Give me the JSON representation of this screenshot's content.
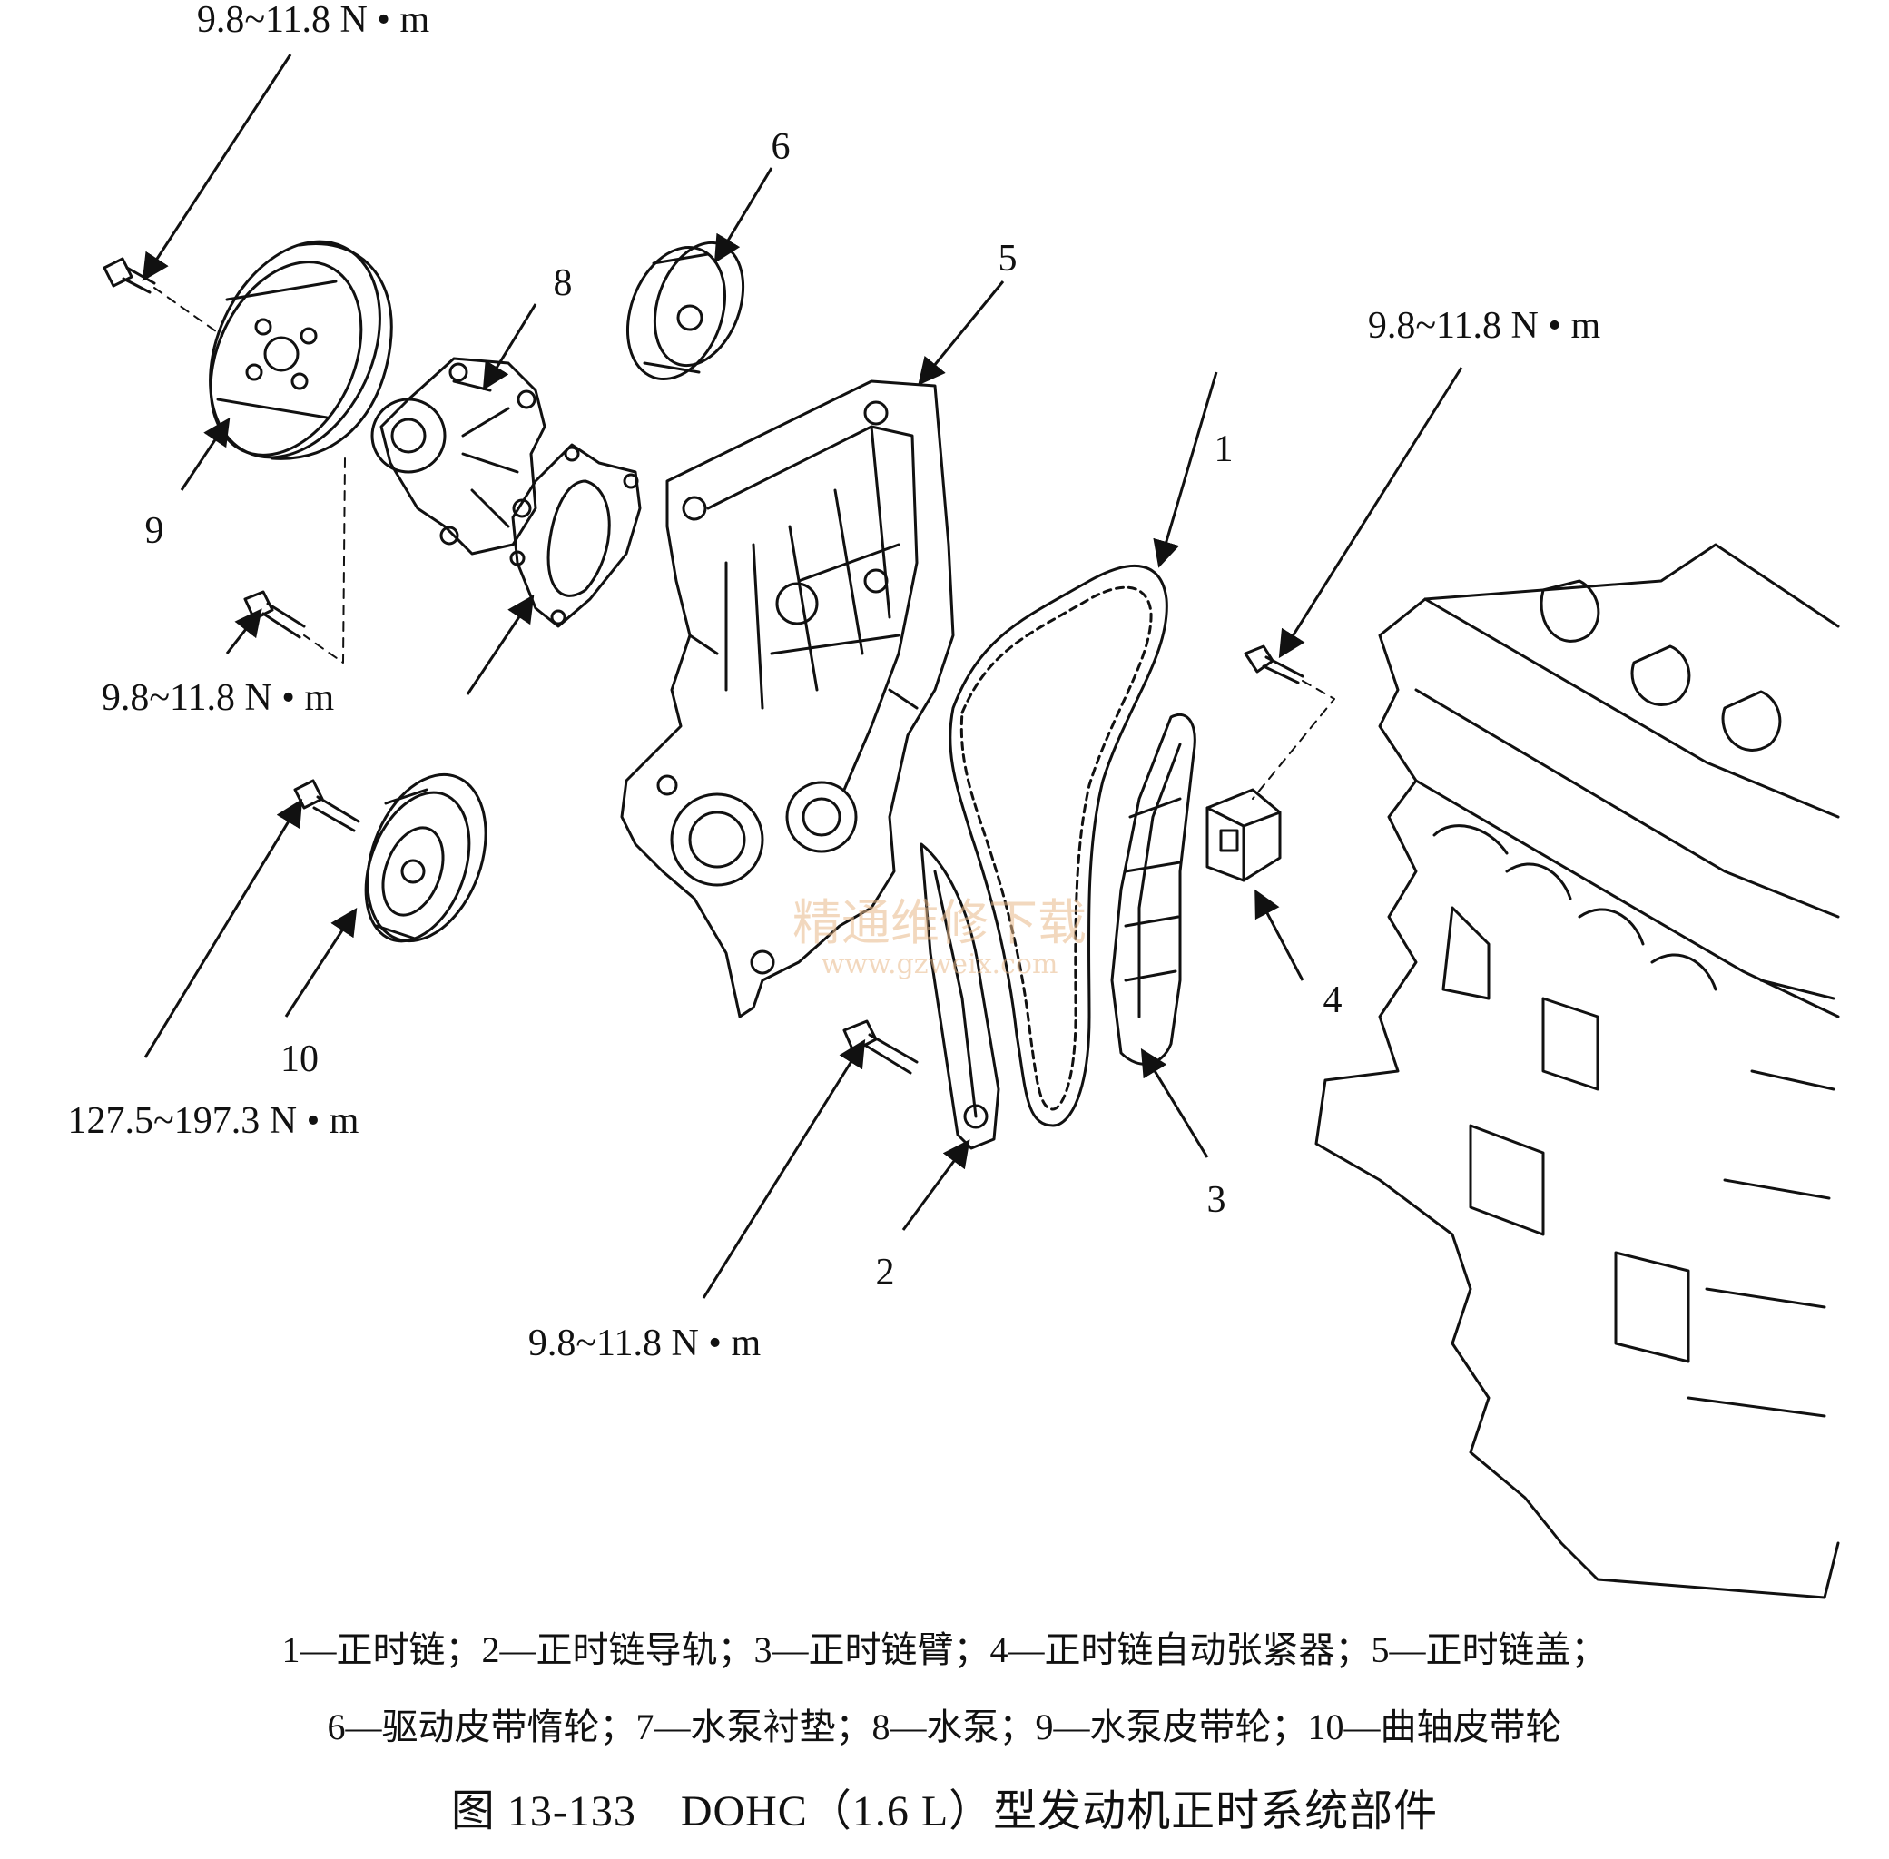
{
  "callouts": {
    "n1": "1",
    "n2": "2",
    "n3": "3",
    "n4": "4",
    "n5": "5",
    "n6": "6",
    "n8": "8",
    "n9": "9",
    "n10": "10"
  },
  "torques": {
    "pulley9_bolt": "9.8~11.8 N • m",
    "tensioner_bolt": "9.8~11.8 N • m",
    "pump_bolt": "9.8~11.8 N • m",
    "crank_bolt": "127.5~197.3 N • m",
    "guide_bolt": "9.8~11.8 N • m"
  },
  "watermark": {
    "text": "精通维修下载",
    "url": "www.gzweix.com"
  },
  "legend": {
    "line1": "1—正时链；2—正时链导轨；3—正时链臂；4—正时链自动张紧器；5—正时链盖；",
    "line2": "6—驱动皮带惰轮；7—水泵衬垫；8—水泵；9—水泵皮带轮；10—曲轴皮带轮"
  },
  "figure_title": "图 13-133　DOHC（1.6 L）型发动机正时系统部件"
}
